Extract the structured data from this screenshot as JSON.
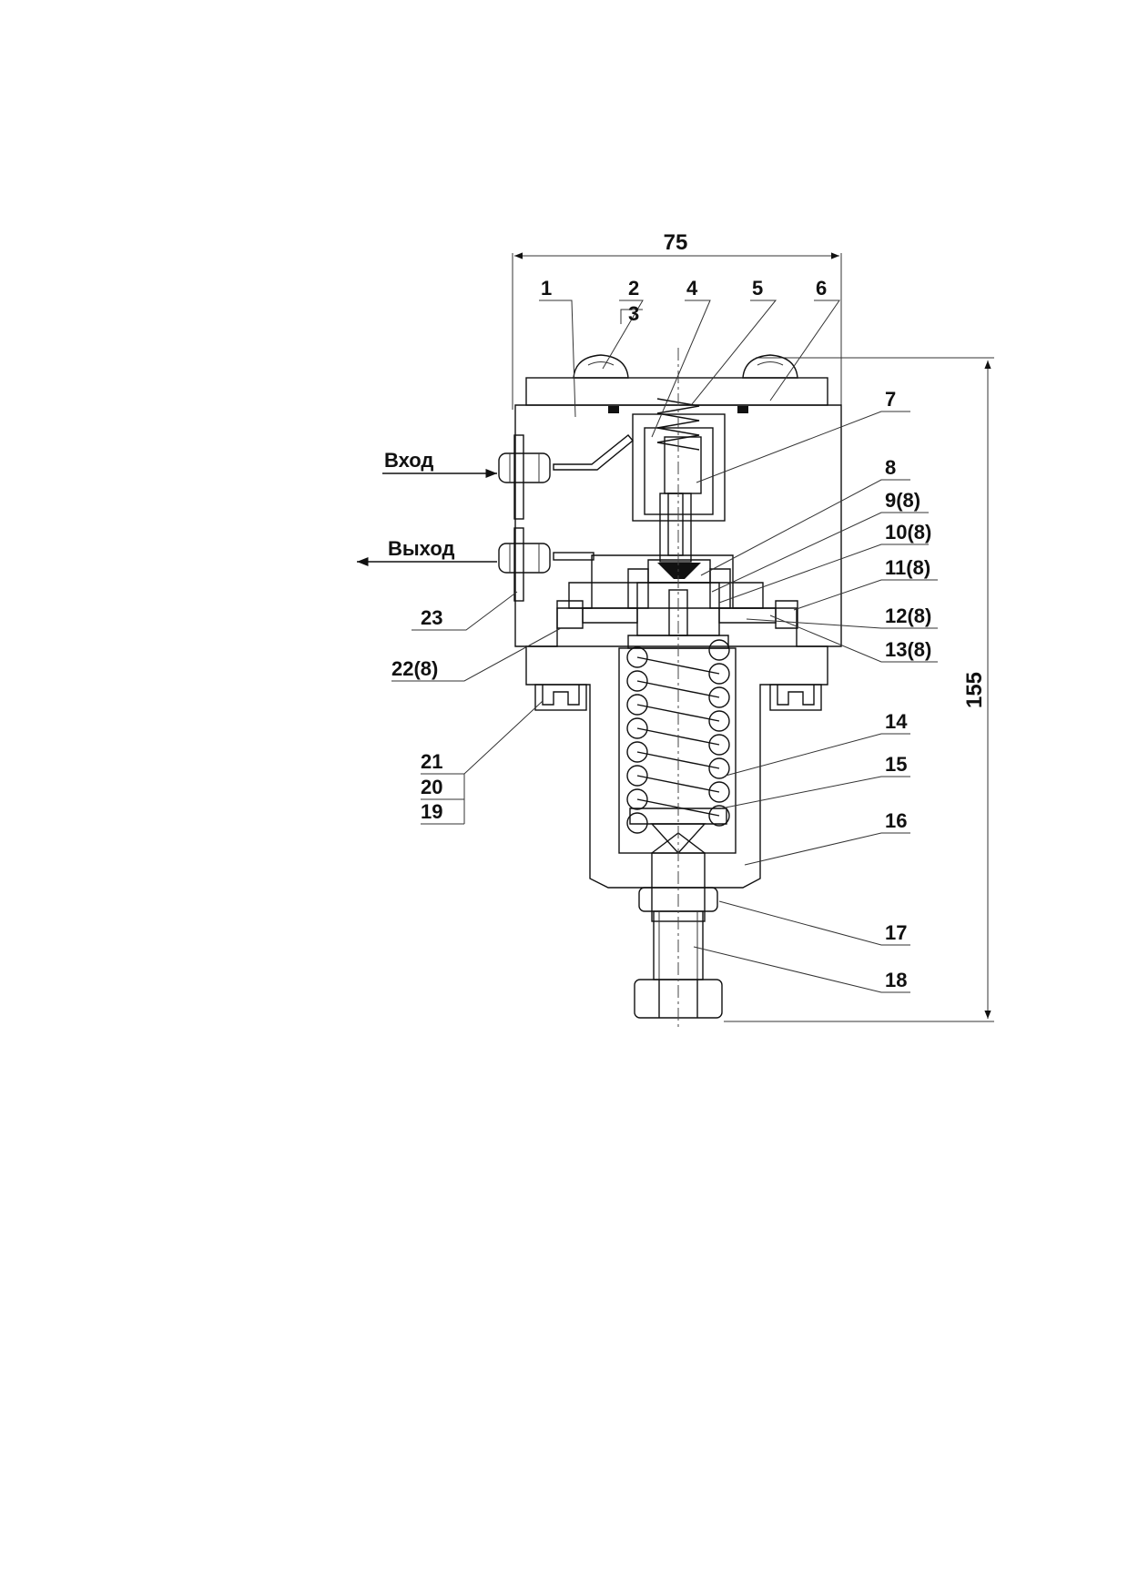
{
  "dimensions": {
    "width": "75",
    "height": "155"
  },
  "flow": {
    "inlet": "Вход",
    "outlet": "Выход"
  },
  "callouts": {
    "c1": "1",
    "c2": "2",
    "c3": "3",
    "c4": "4",
    "c5": "5",
    "c6": "6",
    "c7": "7",
    "c8": "8",
    "c9": "9(8)",
    "c10": "10(8)",
    "c11": "11(8)",
    "c12": "12(8)",
    "c13": "13(8)",
    "c14": "14",
    "c15": "15",
    "c16": "16",
    "c17": "17",
    "c18": "18",
    "c19": "19",
    "c20": "20",
    "c21": "21",
    "c22": "22(8)",
    "c23": "23"
  }
}
